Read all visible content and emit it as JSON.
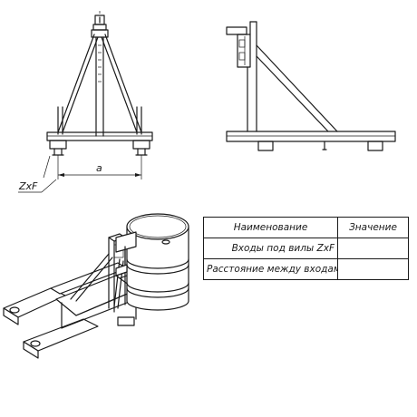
{
  "dimensions": {
    "zxf_label": "ZxF",
    "a_label": "a"
  },
  "spec_table": {
    "header_name": "Наименование",
    "header_value": "Значение",
    "rows": [
      {
        "name": "Входы под вилы ZxF",
        "value": ""
      },
      {
        "name": "Расстояние между входами a",
        "value": ""
      }
    ]
  }
}
